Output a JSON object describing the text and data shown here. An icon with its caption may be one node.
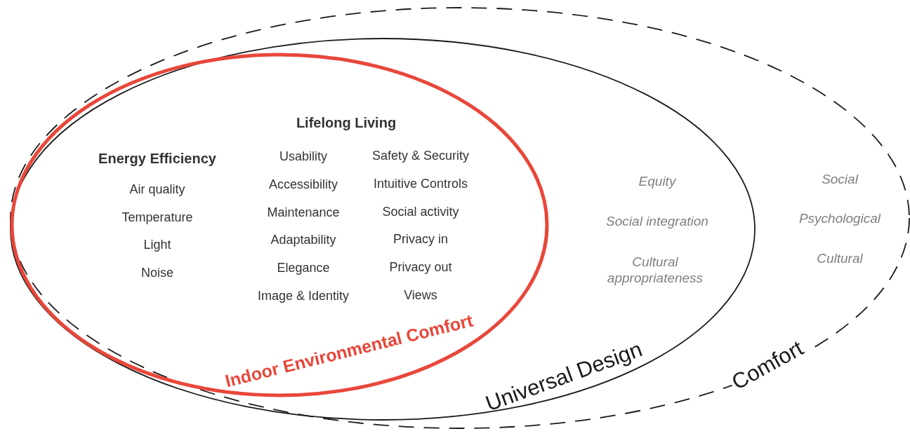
{
  "diagram": {
    "nodes": [
      {
        "text": [
          "Comfort",
          "Social",
          "Psychological",
          "Cultural"
        ]
      },
      {
        "text": [
          "Universal Design",
          "Equity",
          "Social integration",
          "Cultural appropriateness"
        ],
        "in": 0
      },
      {
        "text": [
          "Indoor Environmental Comfort",
          "Energy Efficiency",
          "Air quality",
          "Temperature",
          "Light",
          "Noise",
          "Lifelong Living",
          "Usability",
          "Accessibility",
          "Maintenance",
          "Adaptability",
          "Elegance",
          "Image & Identity",
          "Safety & Security",
          "Intuitive Controls",
          "Social activity",
          "Privacy in",
          "Privacy out",
          "Views"
        ],
        "in": 1
      }
    ]
  }
}
